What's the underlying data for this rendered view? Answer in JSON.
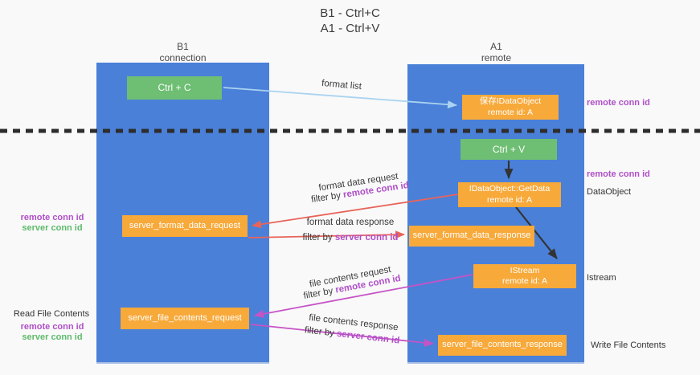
{
  "title": {
    "line1": "B1 - Ctrl+C",
    "line2": "A1 - Ctrl+V"
  },
  "columns": {
    "left": {
      "line1": "B1",
      "line2": "connection"
    },
    "right": {
      "line1": "A1",
      "line2": "remote"
    }
  },
  "nodes": {
    "ctrl_c": {
      "label": "Ctrl + C"
    },
    "save_dataobject": {
      "line1": "保存IDataObject",
      "line2": "remote id: A"
    },
    "ctrl_v": {
      "label": "Ctrl + V"
    },
    "getdata": {
      "line1": "IDataObject::GetData",
      "line2": "remote id: A"
    },
    "server_format_data_request": {
      "label": "server_format_data_request"
    },
    "server_format_data_response": {
      "label": "server_format_data_response"
    },
    "istream": {
      "line1": "IStream",
      "line2": "remote id: A"
    },
    "server_file_contents_request": {
      "label": "server_file_contents_request"
    },
    "server_file_contents_response": {
      "label": "server_file_contents_response"
    }
  },
  "edges": {
    "format_list": {
      "label": "format list"
    },
    "format_data_request": {
      "line1": "format data request",
      "filter_prefix": "filter by ",
      "filter_key": "remote conn id"
    },
    "format_data_response": {
      "line1": "format data response",
      "filter_prefix": "filter by ",
      "filter_key": "server conn id"
    },
    "file_contents_request": {
      "line1": "file contents request",
      "filter_prefix": "filter by ",
      "filter_key": "remote conn id"
    },
    "file_contents_response": {
      "line1": "file contents response",
      "filter_prefix": "filter by ",
      "filter_key": "server conn id"
    }
  },
  "side_labels": {
    "right": {
      "remote_conn_id_top": "remote conn id",
      "remote_conn_id_mid": "remote conn id",
      "dataobject": "DataObject",
      "istream": "Istream",
      "write_file_contents": "Write File Contents"
    },
    "left": {
      "remote_conn_id_mid": "remote conn id",
      "server_conn_id_mid": "server conn id",
      "read_file_contents": "Read File Contents",
      "remote_conn_id_bottom": "remote conn id",
      "server_conn_id_bottom": "server conn id"
    }
  },
  "colors": {
    "background": "#f9f9f9",
    "lane_blue": "#4a80d8",
    "box_green": "#6ebe73",
    "box_orange": "#f7a93a",
    "arrow_light_blue": "#a9d3f0",
    "arrow_red": "#e8645a",
    "arrow_magenta": "#c653c6",
    "arrow_black": "#333333",
    "dashed_line": "#2d2d2d",
    "text_purple": "#b04fc8",
    "text_green": "#5cbb6a"
  }
}
